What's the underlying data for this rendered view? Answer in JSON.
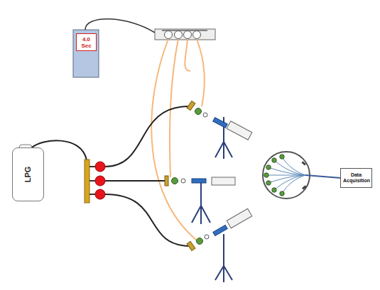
{
  "diagram": {
    "nodes": [
      {
        "text": [
          "4.0 Sec"
        ]
      },
      {
        "text": [
          "LPG"
        ]
      },
      {
        "text": [
          "Data Acquisition"
        ]
      }
    ]
  }
}
